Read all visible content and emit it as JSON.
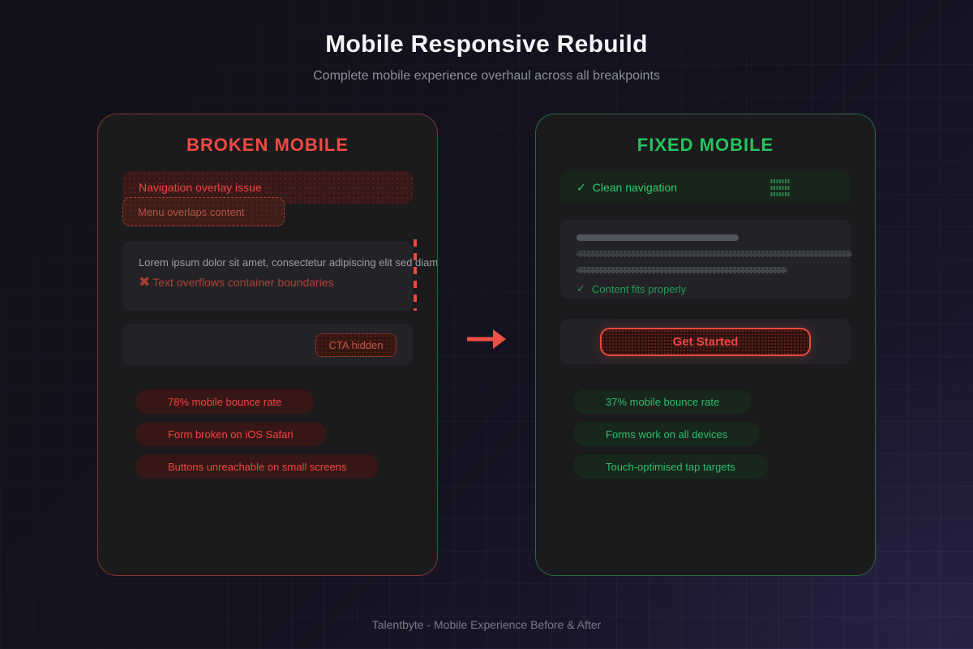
{
  "header": {
    "title": "Mobile Responsive Rebuild",
    "subtitle": "Complete mobile experience overhaul across all breakpoints"
  },
  "broken_panel": {
    "title": "BROKEN MOBILE",
    "nav_issue_label": "Navigation overlay issue",
    "menu_overlap_label": "Menu overlaps content",
    "overflow_text": "Lorem ipsum dolor sit amet, consectetur adipiscing elit sed diam",
    "overflow_error_icon": "✖",
    "overflow_error_label": "Text overflows container boundaries",
    "cta_button_label": "CTA hidden",
    "pills": [
      "78% mobile bounce rate",
      "Form broken on iOS Safari",
      "Buttons unreachable on small screens"
    ]
  },
  "fixed_panel": {
    "title": "FIXED MOBILE",
    "nav": {
      "check_icon": "✓",
      "label": "Clean navigation"
    },
    "content_note": {
      "check_icon": "✓",
      "label": "Content fits properly"
    },
    "cta_button_label": "Get Started",
    "pills": [
      "37% mobile bounce rate",
      "Forms work on all devices",
      "Touch-optimised tap targets"
    ]
  },
  "footer": {
    "caption": "Talentbyte - Mobile Experience Before & After"
  },
  "colors": {
    "broken_accent": "#ef4444",
    "fixed_accent": "#22c55e",
    "background_start": "#121018",
    "background_end": "#1e1a33"
  }
}
